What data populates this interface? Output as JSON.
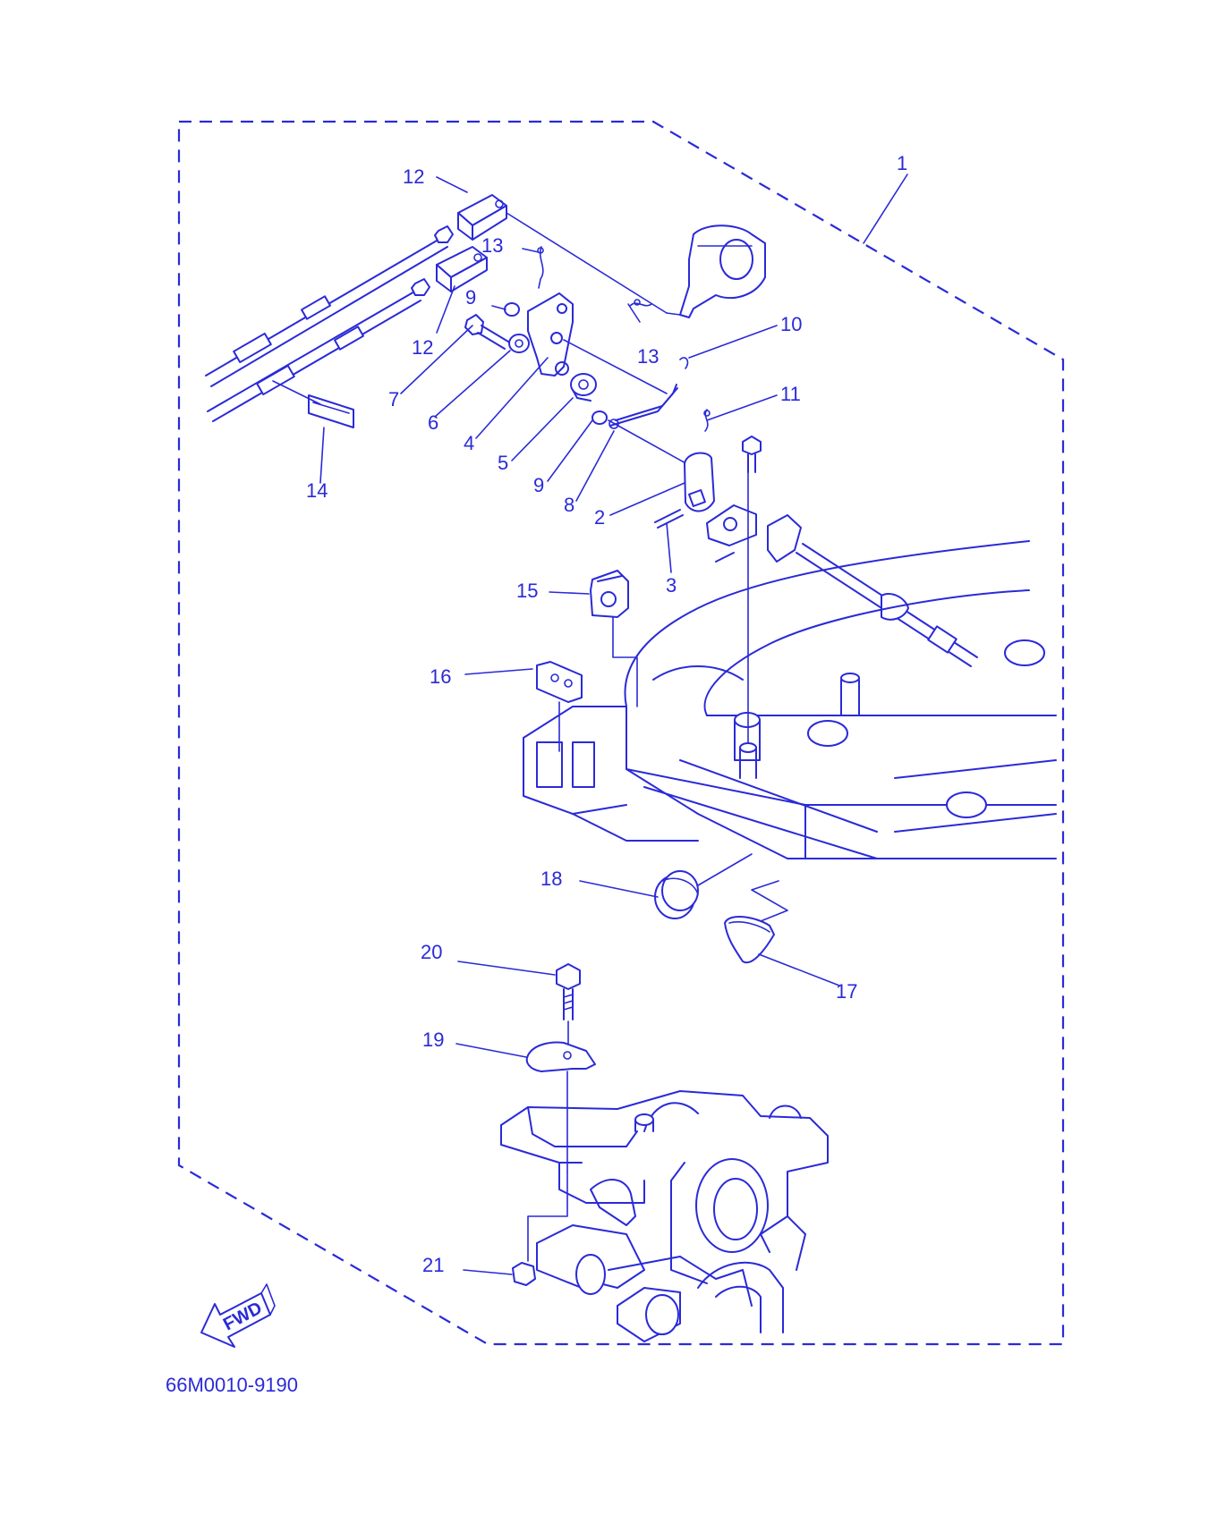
{
  "diagram": {
    "ink_color": "#2a2ad8",
    "background": "#ffffff",
    "part_labels": {
      "p1": "1",
      "p2": "2",
      "p3": "3",
      "p4": "4",
      "p5": "5",
      "p6": "6",
      "p7": "7",
      "p8": "8",
      "p9a": "9",
      "p9b": "9",
      "p10": "10",
      "p11": "11",
      "p12a": "12",
      "p12b": "12",
      "p13a": "13",
      "p13b": "13",
      "p14": "14",
      "p15": "15",
      "p16": "16",
      "p17": "17",
      "p18": "18",
      "p19": "19",
      "p20": "20",
      "p21": "21"
    },
    "direction_label": "FWD",
    "drawing_code": "66M0010-9190"
  }
}
